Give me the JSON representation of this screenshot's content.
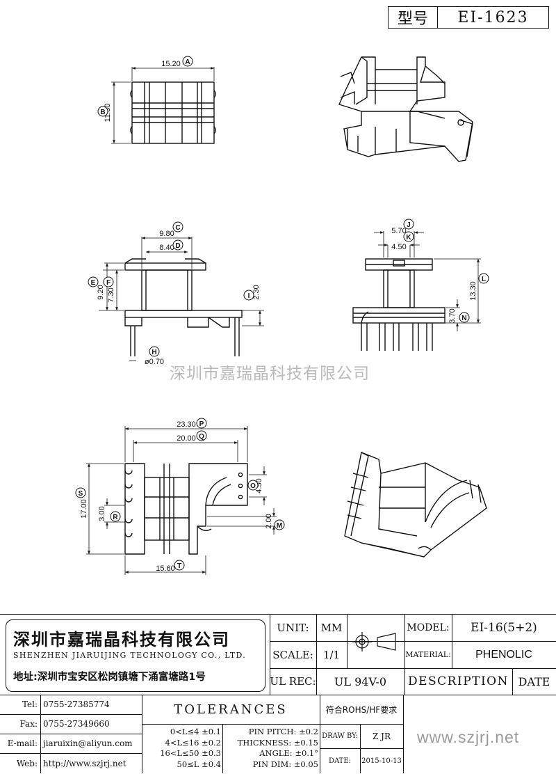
{
  "title_block": {
    "type_label": "型号",
    "type_value": "EI-1623"
  },
  "watermark": "深圳市嘉瑞晶科技有限公司",
  "top_view": {
    "width_dim": "15.20",
    "width_tag": "A",
    "height_dim": "11.30",
    "height_tag": "B"
  },
  "side_view": {
    "dim_c": "9.80",
    "tag_c": "C",
    "dim_d": "8.40",
    "tag_d": "D",
    "dim_e": "9.20",
    "tag_e": "E",
    "dim_f": "7.30",
    "tag_f": "F",
    "dim_i": "2.30",
    "tag_i": "I",
    "dim_h": "ø0.70",
    "tag_h": "H"
  },
  "front_view": {
    "dim_j": "5.70",
    "tag_j": "J",
    "dim_k": "4.50",
    "tag_k": "K",
    "dim_l": "13.30",
    "tag_l": "L",
    "dim_n": "3.70",
    "tag_n": "N"
  },
  "bottom_view": {
    "dim_p": "23.30",
    "tag_p": "P",
    "dim_q": "20.00",
    "tag_q": "Q",
    "dim_s": "17.00",
    "tag_s": "S",
    "dim_r": "3.00",
    "tag_r": "R",
    "dim_o": "4.50",
    "tag_o": "O",
    "dim_m": "2.00",
    "tag_m": "M",
    "dim_t": "15.60",
    "tag_t": "T"
  },
  "company": {
    "name_cn": "深圳市嘉瑞晶科技有限公司",
    "name_en": "SHENZHEN JIARUIJING TECHNOLOGY CO., LTD.",
    "address": "地址:深圳市宝安区松岗镇塘下涌富塘路1号"
  },
  "info": {
    "unit_label": "UNIT:",
    "unit_value": "MM",
    "scale_label": "SCALE:",
    "scale_value": "1/1",
    "model_label": "MODEL:",
    "model_value": "EI-16(5+2)",
    "material_label": "MATERIAL:",
    "material_value": "PHENOLIC",
    "ulrec_label": "UL REC:",
    "ulrec_value": "UL 94V-0",
    "description_label": "DESCRIPTION",
    "date_label": "DATE"
  },
  "contacts": {
    "tel_label": "Tel:",
    "tel_value": "0755-27385774",
    "fax_label": "Fax:",
    "fax_value": "0755-27349660",
    "email_label": "E-mail:",
    "email_value": "jiaruixin@aliyun.com",
    "web_label": "Web:",
    "web_value": "http://www.szjrj.net"
  },
  "tolerances": {
    "title": "TOLERANCES",
    "ranges": [
      "0<L≤4 ±0.1",
      "4<L≤16 ±0.2",
      "16<L≤50 ±0.3",
      "50≤L ±0.4"
    ],
    "specs": [
      "PIN PITCH: ±0.2",
      "THICKNESS: ±0.15",
      "ANGLE: ±0.1°",
      "PIN DIM: ±0.05"
    ]
  },
  "rohs": "符合ROHS/HF要求",
  "drawn": {
    "label": "DRAW BY:",
    "value": "Z JR"
  },
  "date": {
    "label": "DATE:",
    "value": "2015-10-13"
  },
  "website_watermark": "www.szjrj.net"
}
